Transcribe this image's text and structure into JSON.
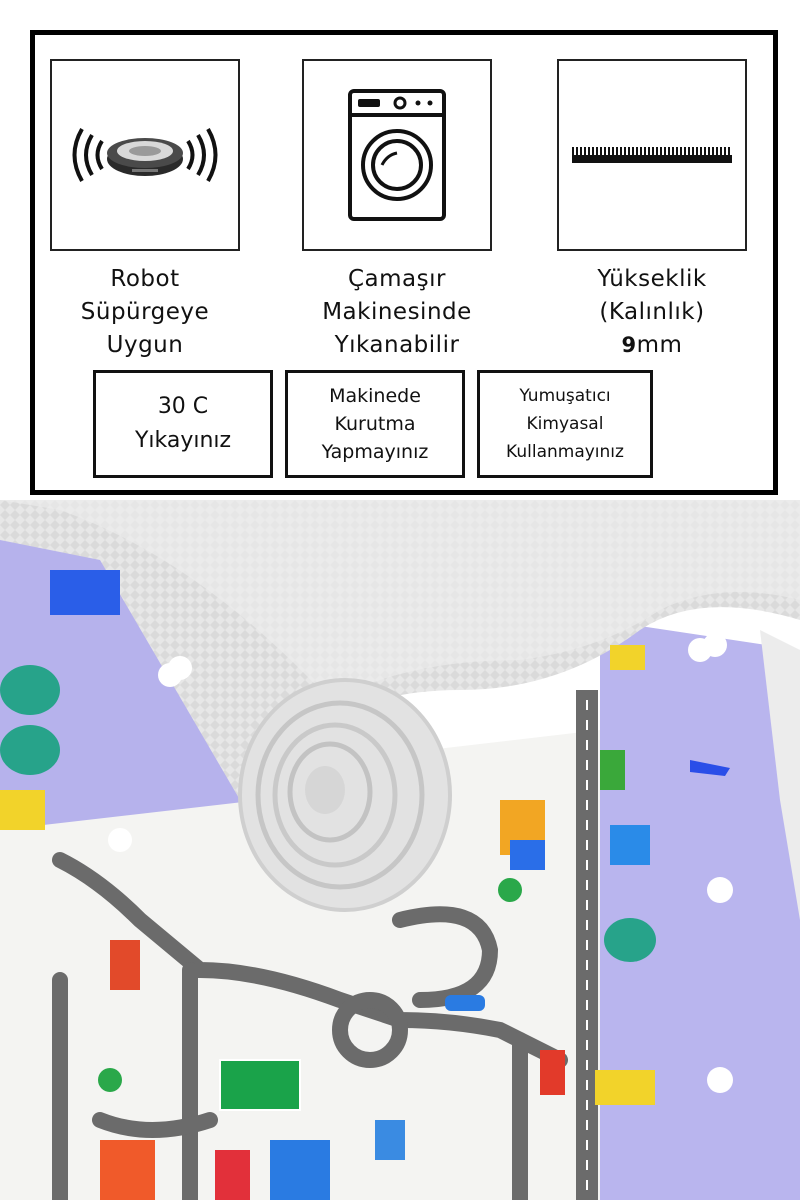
{
  "features": [
    {
      "icon": "robot-vacuum-icon",
      "label_lines": [
        "Robot",
        "Süpürgeye",
        "Uygun"
      ]
    },
    {
      "icon": "washing-machine-icon",
      "label_lines": [
        "Çamaşır",
        "Makinesinde",
        "Yıkanabilir"
      ]
    },
    {
      "icon": "pile-height-icon",
      "label_lines": [
        "Yükseklik",
        "(Kalınlık)"
      ],
      "value": "9",
      "unit": "mm"
    }
  ],
  "care": [
    {
      "label_lines": [
        "30 C",
        "Yıkayınız"
      ]
    },
    {
      "label_lines": [
        "Makinede",
        "Kurutma",
        "Yapmayınız"
      ]
    },
    {
      "label_lines": [
        "Yumuşatıcı",
        "Kimyasal",
        "Kullanmayınız"
      ]
    }
  ],
  "colors": {
    "rug_lavender": "#b6b2ec",
    "rug_backing": "#e9e9e9",
    "road_gray": "#6b6b6b",
    "frame_black": "#000000"
  }
}
